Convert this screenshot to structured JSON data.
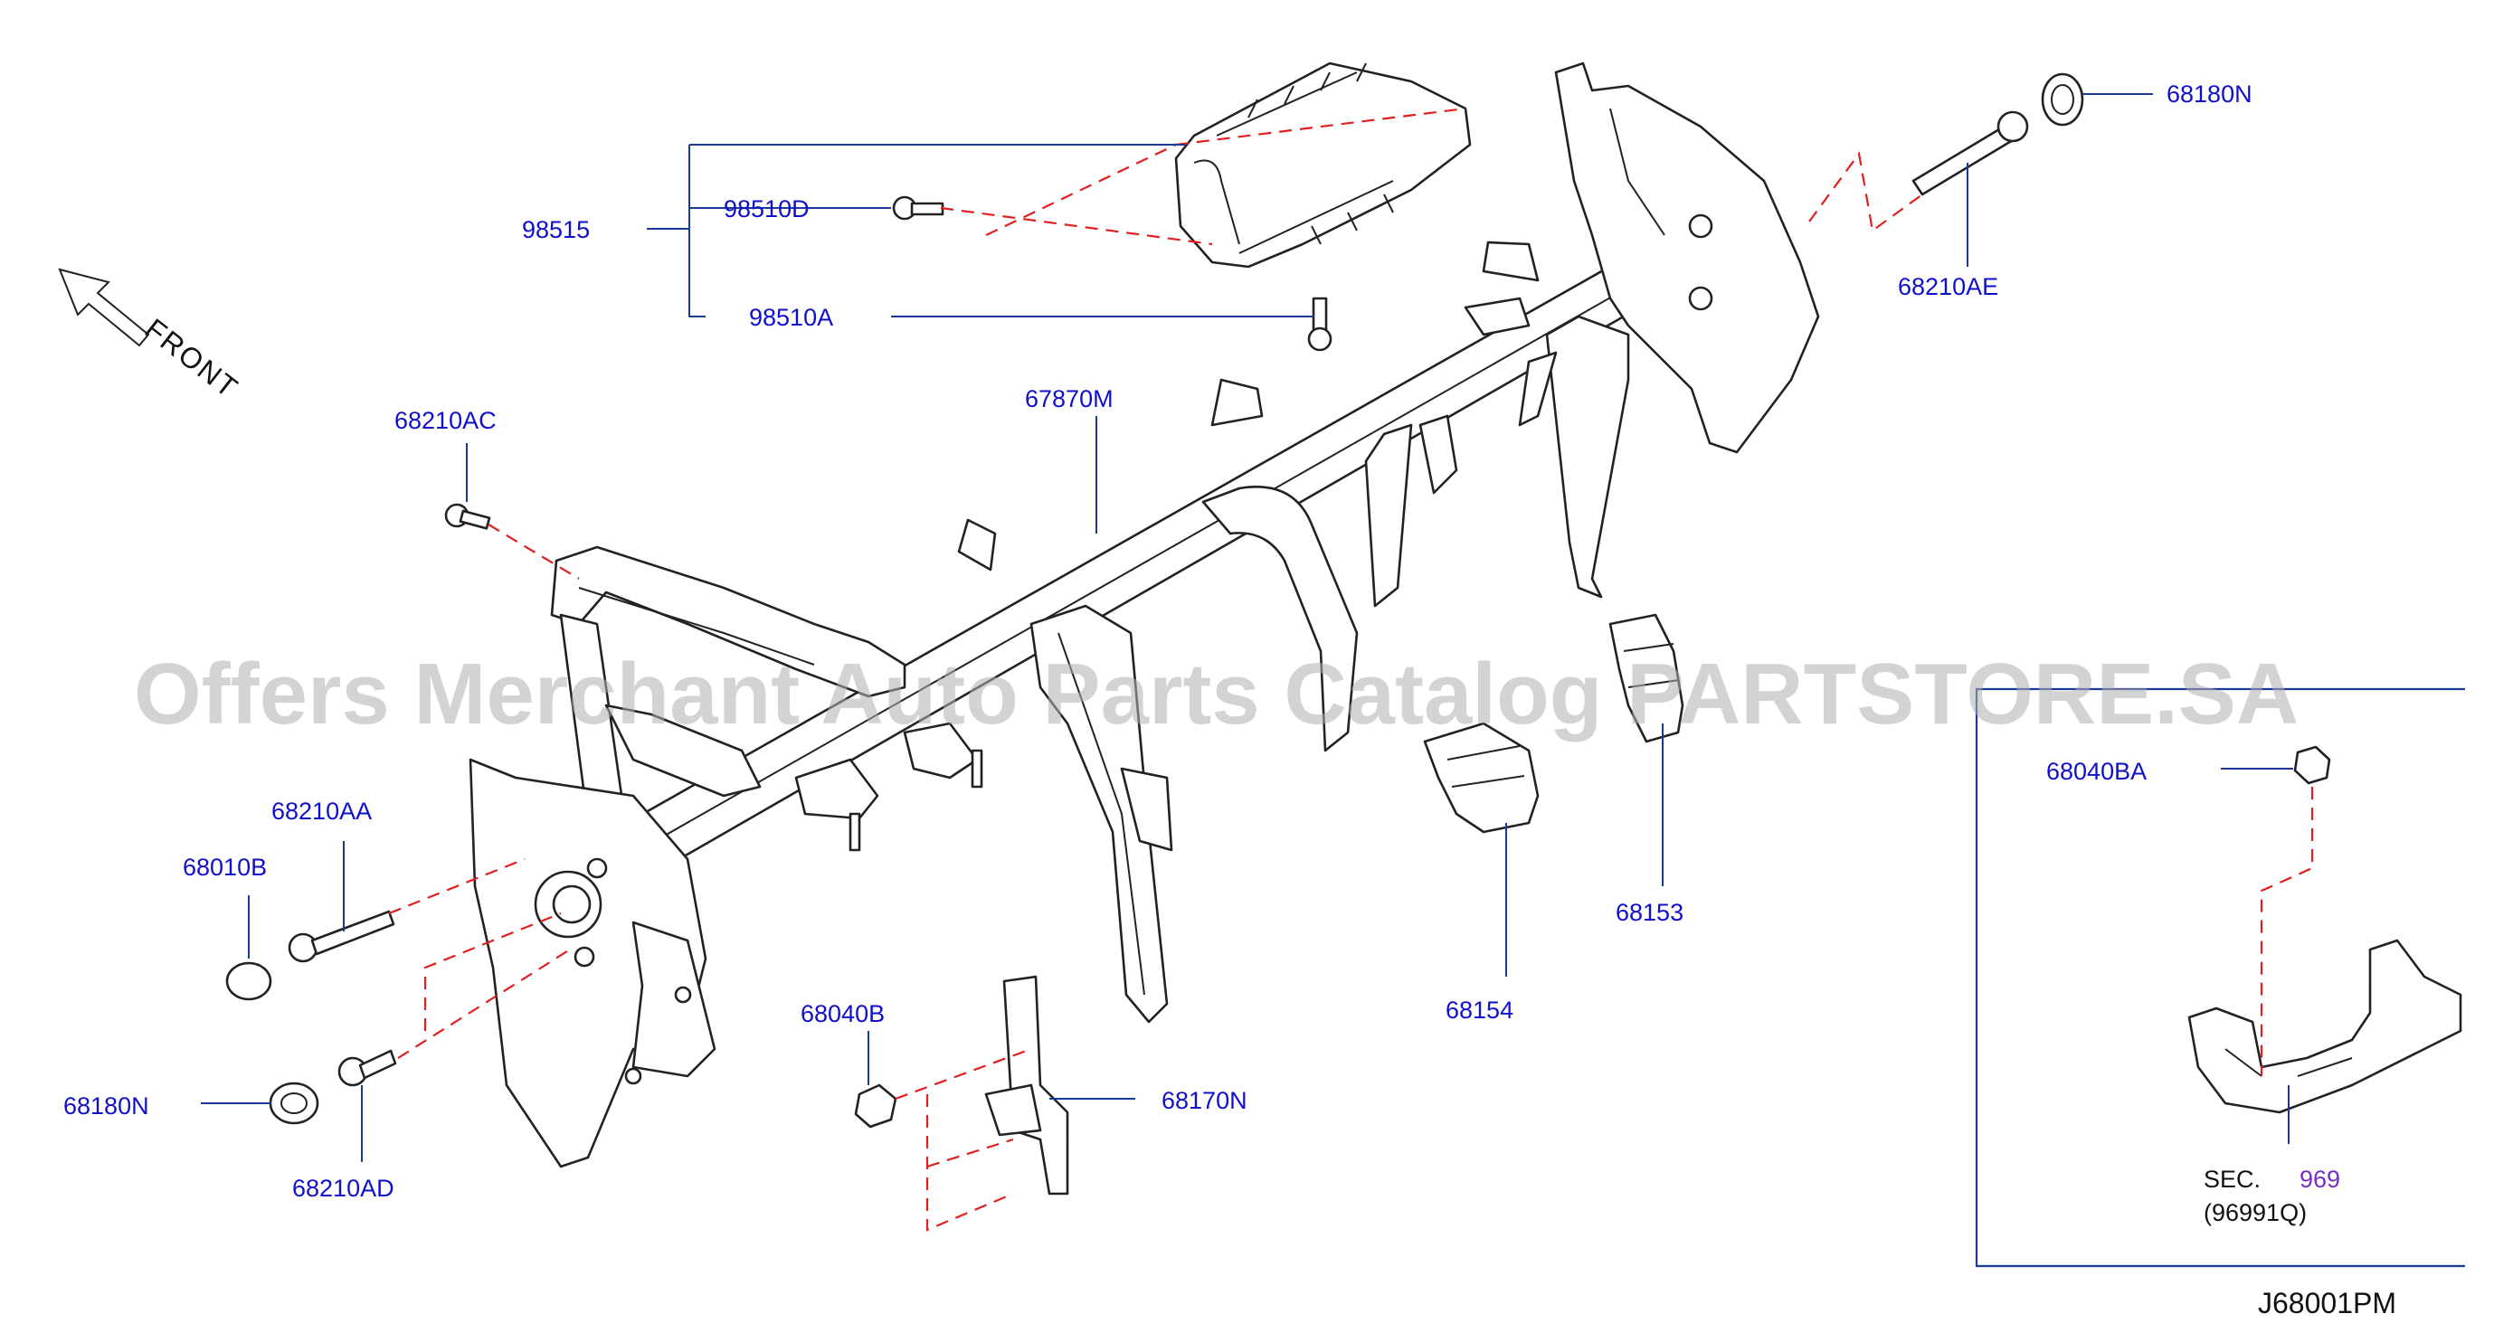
{
  "watermark": "Offers Merchant Auto Parts Catalog PARTSTORE.SA",
  "direction_label": "FRONT",
  "diagram_code": "J68001PM",
  "parts": {
    "p98515": "98515",
    "p98510D": "98510D",
    "p98510A": "98510A",
    "p68180N_top": "68180N",
    "p68210AE": "68210AE",
    "p68210AC": "68210AC",
    "p67870M": "67870M",
    "p68210AA": "68210AA",
    "p68010B": "68010B",
    "p68180N_bottom": "68180N",
    "p68210AD": "68210AD",
    "p68040B": "68040B",
    "p68170N": "68170N",
    "p68154": "68154",
    "p68153": "68153",
    "p68040BA": "68040BA"
  },
  "section": {
    "prefix": "SEC.",
    "number": "969",
    "sub": "(96991Q)"
  }
}
